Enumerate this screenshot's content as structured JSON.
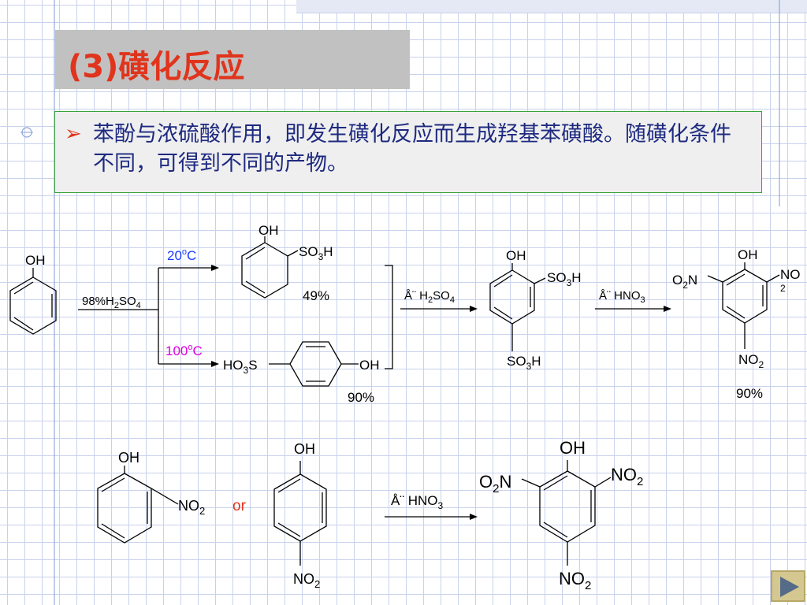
{
  "slide": {
    "title": "(3)磺化反应",
    "bullet_symbol": "➢",
    "bullet_text": "苯酚与浓硫酸作用，即发生磺化反应而生成羟基苯磺酸。随磺化条件不同，可得到不同的产物。"
  },
  "scheme1": {
    "reagent": "98%H2SO4",
    "temp_low": "20oC",
    "temp_high": "100oC",
    "yield_ortho": "49%",
    "yield_para": "90%",
    "step2_reagent": "Å¨ H2SO4",
    "step3_reagent": "Å¨ HNO3",
    "yield_final": "90%"
  },
  "scheme2": {
    "or_label": "or",
    "reagent": "Å¨ HNO3"
  },
  "colors": {
    "title": "#e0341c",
    "text_blue": "#1e2a80",
    "temp_low": "#1a3cff",
    "temp_high": "#e000e0",
    "or": "#e0341c"
  }
}
